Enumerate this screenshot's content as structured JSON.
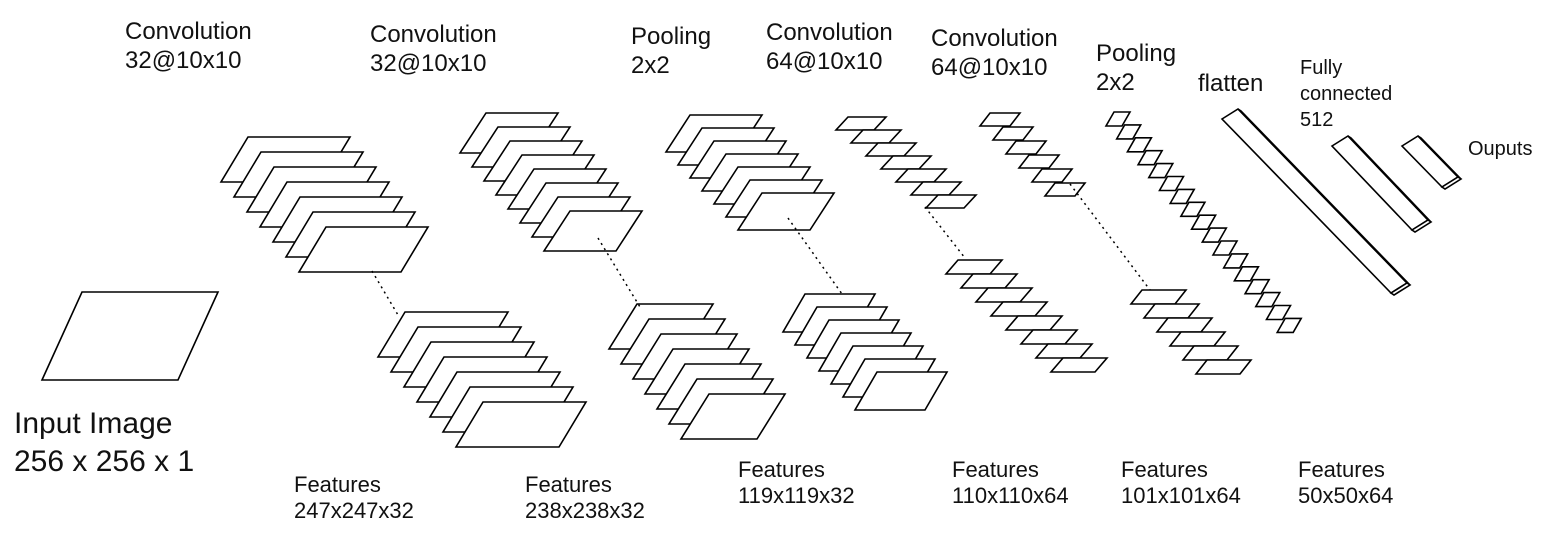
{
  "input": {
    "title": "Input Image",
    "dims": "256 x 256 x 1"
  },
  "layers": [
    {
      "op": "Convolution",
      "spec": "32@10x10",
      "feat_label": "Features",
      "feat_dims": "247x247x32"
    },
    {
      "op": "Convolution",
      "spec": "32@10x10",
      "feat_label": "Features",
      "feat_dims": "238x238x32"
    },
    {
      "op": "Pooling",
      "spec": "2x2",
      "feat_label": "Features",
      "feat_dims": "119x119x32"
    },
    {
      "op": "Convolution",
      "spec": "64@10x10",
      "feat_label": "Features",
      "feat_dims": "110x110x64"
    },
    {
      "op": "Convolution",
      "spec": "64@10x10",
      "feat_label": "Features",
      "feat_dims": "101x101x64"
    },
    {
      "op": "Pooling",
      "spec": "2x2",
      "feat_label": "Features",
      "feat_dims": "50x50x64"
    }
  ],
  "flatten": {
    "label": "flatten"
  },
  "fully_connected": {
    "line1": "Fully",
    "line2": "connected",
    "size": "512"
  },
  "outputs": {
    "label": "Ouputs"
  }
}
